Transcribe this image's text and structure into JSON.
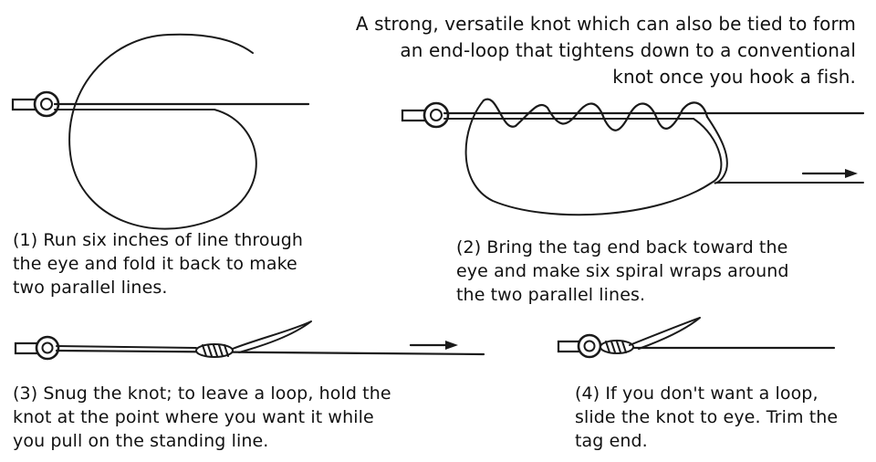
{
  "intro": "A strong, versatile knot which can also be tied to form\nan end-loop that tightens down to a conventional\nknot once you hook a fish.",
  "steps": [
    {
      "caption": "(1) Run six inches of line through\nthe eye and fold it back to make\ntwo parallel lines."
    },
    {
      "caption": "(2) Bring the tag end back toward the\neye and make six spiral wraps around\nthe two parallel lines."
    },
    {
      "caption": "(3) Snug the knot; to leave a loop, hold the\nknot at the point where you want it while\nyou pull on the standing line."
    },
    {
      "caption": "(4) If you don't want a loop,\nslide the knot to eye. Trim the\ntag end."
    }
  ]
}
